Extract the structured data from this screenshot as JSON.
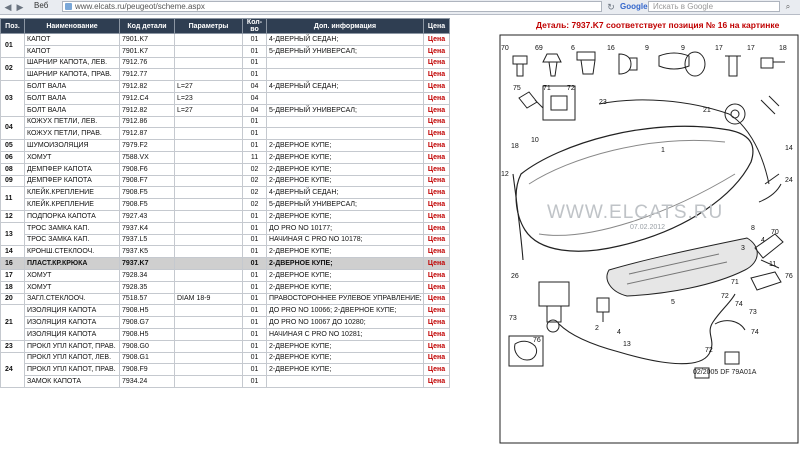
{
  "browser": {
    "web_label": "Веб",
    "address": "www.elcats.ru/peugeot/scheme.aspx",
    "search_button": "Google",
    "search_placeholder": "Искать в Google"
  },
  "table": {
    "headers": [
      "Поз.",
      "Наименование",
      "Код детали",
      "Параметры",
      "Кол-во",
      "Доп. информация",
      "Цена"
    ],
    "rows": [
      {
        "pos": "01",
        "name": "КАПОТ",
        "code": "7901.K7",
        "param": "",
        "qty": "01",
        "info": "4-ДВЕРНЫЙ СЕДАН;",
        "price": "Цена"
      },
      {
        "pos": "",
        "name": "КАПОТ",
        "code": "7901.K7",
        "param": "",
        "qty": "01",
        "info": "5-ДВЕРНЫЙ УНИВЕРСАЛ;",
        "price": "Цена"
      },
      {
        "pos": "02",
        "name": "ШАРНИР КАПОТА, ЛЕВ.",
        "code": "7912.76",
        "param": "",
        "qty": "01",
        "info": "",
        "price": "Цена"
      },
      {
        "pos": "",
        "name": "ШАРНИР КАПОТА, ПРАВ.",
        "code": "7912.77",
        "param": "",
        "qty": "01",
        "info": "",
        "price": "Цена"
      },
      {
        "pos": "03",
        "name": "БОЛТ ВАЛА",
        "code": "7912.82",
        "param": "L=27",
        "qty": "04",
        "info": "4-ДВЕРНЫЙ СЕДАН;",
        "price": "Цена"
      },
      {
        "pos": "",
        "name": "БОЛТ ВАЛА",
        "code": "7912.C4",
        "param": "L=23",
        "qty": "04",
        "info": "",
        "price": "Цена"
      },
      {
        "pos": "",
        "name": "БОЛТ ВАЛА",
        "code": "7912.82",
        "param": "L=27",
        "qty": "04",
        "info": "5-ДВЕРНЫЙ УНИВЕРСАЛ;",
        "price": "Цена"
      },
      {
        "pos": "04",
        "name": "КОЖУХ ПЕТЛИ, ЛЕВ.",
        "code": "7912.86",
        "param": "",
        "qty": "01",
        "info": "",
        "price": "Цена"
      },
      {
        "pos": "",
        "name": "КОЖУХ ПЕТЛИ, ПРАВ.",
        "code": "7912.87",
        "param": "",
        "qty": "01",
        "info": "",
        "price": "Цена"
      },
      {
        "pos": "05",
        "name": "ШУМОИЗОЛЯЦИЯ",
        "code": "7979.F2",
        "param": "",
        "qty": "01",
        "info": "2-ДВЕРНОЕ КУПЕ;",
        "price": "Цена"
      },
      {
        "pos": "06",
        "name": "ХОМУТ",
        "code": "7588.VX",
        "param": "",
        "qty": "11",
        "info": "2-ДВЕРНОЕ КУПЕ;",
        "price": "Цена"
      },
      {
        "pos": "08",
        "name": "ДЕМПФЕР КАПОТА",
        "code": "7908.F6",
        "param": "",
        "qty": "02",
        "info": "2-ДВЕРНОЕ КУПЕ;",
        "price": "Цена"
      },
      {
        "pos": "09",
        "name": "ДЕМПФЕР КАПОТА",
        "code": "7908.F7",
        "param": "",
        "qty": "02",
        "info": "2-ДВЕРНОЕ КУПЕ;",
        "price": "Цена"
      },
      {
        "pos": "11",
        "name": "КЛЕЙК.КРЕПЛЕНИЕ",
        "code": "7908.F5",
        "param": "",
        "qty": "02",
        "info": "4-ДВЕРНЫЙ СЕДАН;",
        "price": "Цена"
      },
      {
        "pos": "",
        "name": "КЛЕЙК.КРЕПЛЕНИЕ",
        "code": "7908.F5",
        "param": "",
        "qty": "02",
        "info": "5-ДВЕРНЫЙ УНИВЕРСАЛ;",
        "price": "Цена"
      },
      {
        "pos": "12",
        "name": "ПОДПОРКА КАПОТА",
        "code": "7927.43",
        "param": "",
        "qty": "01",
        "info": "2-ДВЕРНОЕ КУПЕ;",
        "price": "Цена"
      },
      {
        "pos": "13",
        "name": "ТРОС ЗАМКА КАП.",
        "code": "7937.K4",
        "param": "",
        "qty": "01",
        "info": "ДО PRO NO 10177;",
        "price": "Цена"
      },
      {
        "pos": "",
        "name": "ТРОС ЗАМКА КАП.",
        "code": "7937.L5",
        "param": "",
        "qty": "01",
        "info": "НАЧИНАЯ С PRO NO 10178;",
        "price": "Цена"
      },
      {
        "pos": "14",
        "name": "КРОНШ.СТЕКЛООЧ.",
        "code": "7937.K5",
        "param": "",
        "qty": "01",
        "info": "2-ДВЕРНОЕ КУПЕ;",
        "price": "Цена"
      },
      {
        "pos": "16",
        "name": "ПЛАСТ.КР.КРЮКА",
        "code": "7937.K7",
        "param": "",
        "qty": "01",
        "info": "2-ДВЕРНОЕ КУПЕ;",
        "price": "Цена",
        "selected": true
      },
      {
        "pos": "17",
        "name": "ХОМУТ",
        "code": "7928.34",
        "param": "",
        "qty": "01",
        "info": "2-ДВЕРНОЕ КУПЕ;",
        "price": "Цена"
      },
      {
        "pos": "18",
        "name": "ХОМУТ",
        "code": "7928.35",
        "param": "",
        "qty": "01",
        "info": "2-ДВЕРНОЕ КУПЕ;",
        "price": "Цена"
      },
      {
        "pos": "20",
        "name": "ЗАГЛ.СТЕКЛООЧ.",
        "code": "7518.57",
        "param": "DIAM 18-9",
        "qty": "01",
        "info": "ПРАВОСТОРОННЕЕ РУЛЕВОЕ УПРАВЛЕНИЕ;",
        "price": "Цена"
      },
      {
        "pos": "21",
        "name": "ИЗОЛЯЦИЯ КАПОТА",
        "code": "7908.H5",
        "param": "",
        "qty": "01",
        "info": "ДО PRO NO 10066; 2-ДВЕРНОЕ КУПЕ;",
        "price": "Цена"
      },
      {
        "pos": "",
        "name": "ИЗОЛЯЦИЯ КАПОТА",
        "code": "7908.G7",
        "param": "",
        "qty": "01",
        "info": "ДО PRO NO 10067 ДО 10280;",
        "price": "Цена"
      },
      {
        "pos": "",
        "name": "ИЗОЛЯЦИЯ КАПОТА",
        "code": "7908.H5",
        "param": "",
        "qty": "01",
        "info": "НАЧИНАЯ С PRO NO 10281;",
        "price": "Цена"
      },
      {
        "pos": "23",
        "name": "ПРОКЛ УПЛ КАПОТ, ПРАВ.",
        "code": "7908.G0",
        "param": "",
        "qty": "01",
        "info": "2-ДВЕРНОЕ КУПЕ;",
        "price": "Цена"
      },
      {
        "pos": "24",
        "name": "ПРОКЛ УПЛ КАПОТ, ЛЕВ.",
        "code": "7908.G1",
        "param": "",
        "qty": "01",
        "info": "2-ДВЕРНОЕ КУПЕ;",
        "price": "Цена"
      },
      {
        "pos": "",
        "name": "ПРОКЛ УПЛ КАПОТ, ПРАВ.",
        "code": "7908.F9",
        "param": "",
        "qty": "01",
        "info": "2-ДВЕРНОЕ КУПЕ;",
        "price": "Цена"
      },
      {
        "pos": "",
        "name": "ЗАМОК КАПОТА",
        "code": "7934.24",
        "param": "",
        "qty": "01",
        "info": "",
        "price": "Цена"
      }
    ]
  },
  "diagram": {
    "notice": "Деталь: 7937.K7 соответствует позиция № 16 на картинке",
    "watermark": "WWW.ELCATS.RU",
    "watermark_date": "07.02.2012",
    "caption": "02/2005  DF 79A01A",
    "callouts": [
      "70",
      "69",
      "6",
      "16",
      "9",
      "9",
      "17",
      "17",
      "18",
      "75",
      "71",
      "72",
      "23",
      "21",
      "1",
      "14",
      "10",
      "18",
      "24",
      "12",
      "8",
      "11",
      "76",
      "4",
      "3",
      "70",
      "26",
      "5",
      "73",
      "2",
      "4",
      "72",
      "71",
      "74",
      "73",
      "13",
      "72",
      "74",
      "76"
    ]
  }
}
